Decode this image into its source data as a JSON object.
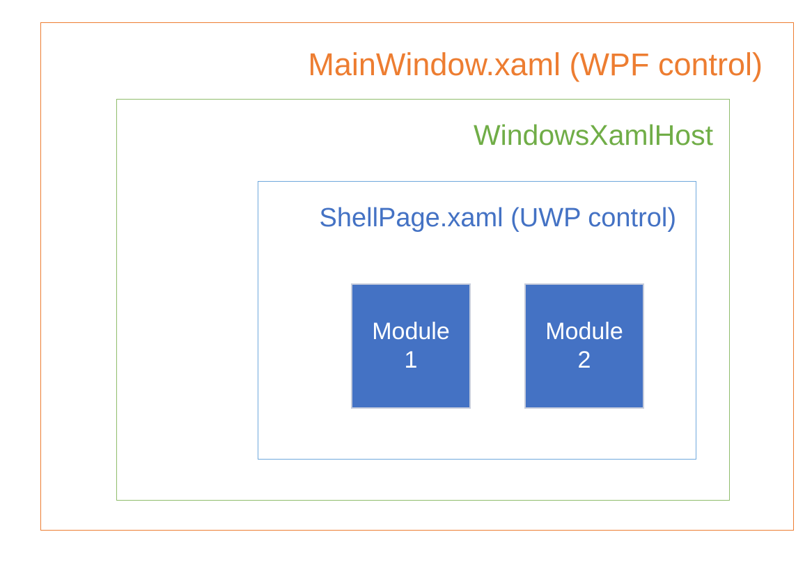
{
  "diagram": {
    "type": "nested-boxes",
    "background_color": "#FFFFFF",
    "outer": {
      "title": "MainWindow.xaml (WPF control)",
      "border_color": "#ED7D31",
      "text_color": "#ED7D31"
    },
    "middle": {
      "title": "WindowsXamlHost",
      "border_color": "#8FBC6B",
      "text_color": "#70AD47"
    },
    "inner": {
      "title": "ShellPage.xaml (UWP control)",
      "border_color": "#6FA8DC",
      "text_color": "#4472C4"
    },
    "modules": [
      {
        "name_line_1": "Module",
        "name_line_2": "1",
        "fill_color": "#4472C4",
        "text_color": "#FFFFFF",
        "border_color": "#C7CDDC"
      },
      {
        "name_line_1": "Module",
        "name_line_2": "2",
        "fill_color": "#4472C4",
        "text_color": "#FFFFFF",
        "border_color": "#C7CDDC"
      }
    ]
  }
}
